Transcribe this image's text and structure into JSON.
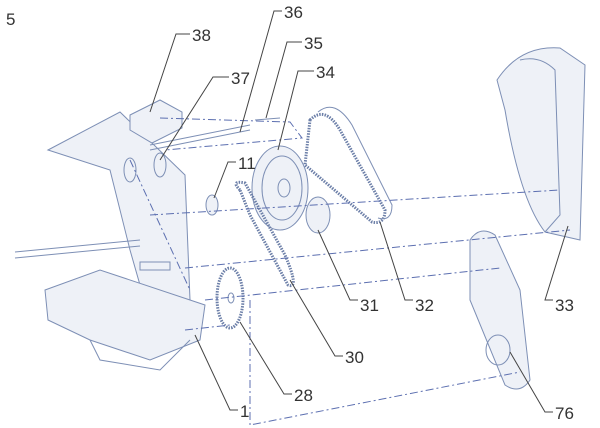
{
  "page_number": "5",
  "callouts": {
    "c38": "38",
    "c36": "36",
    "c35": "35",
    "c37": "37",
    "c34": "34",
    "c11": "11",
    "c31": "31",
    "c32": "32",
    "c33": "33",
    "c30": "30",
    "c28": "28",
    "c1": "1",
    "c76": "76"
  },
  "colors": {
    "line": "#7d8fb5",
    "dash": "#5c6fb0",
    "text": "#333333"
  }
}
